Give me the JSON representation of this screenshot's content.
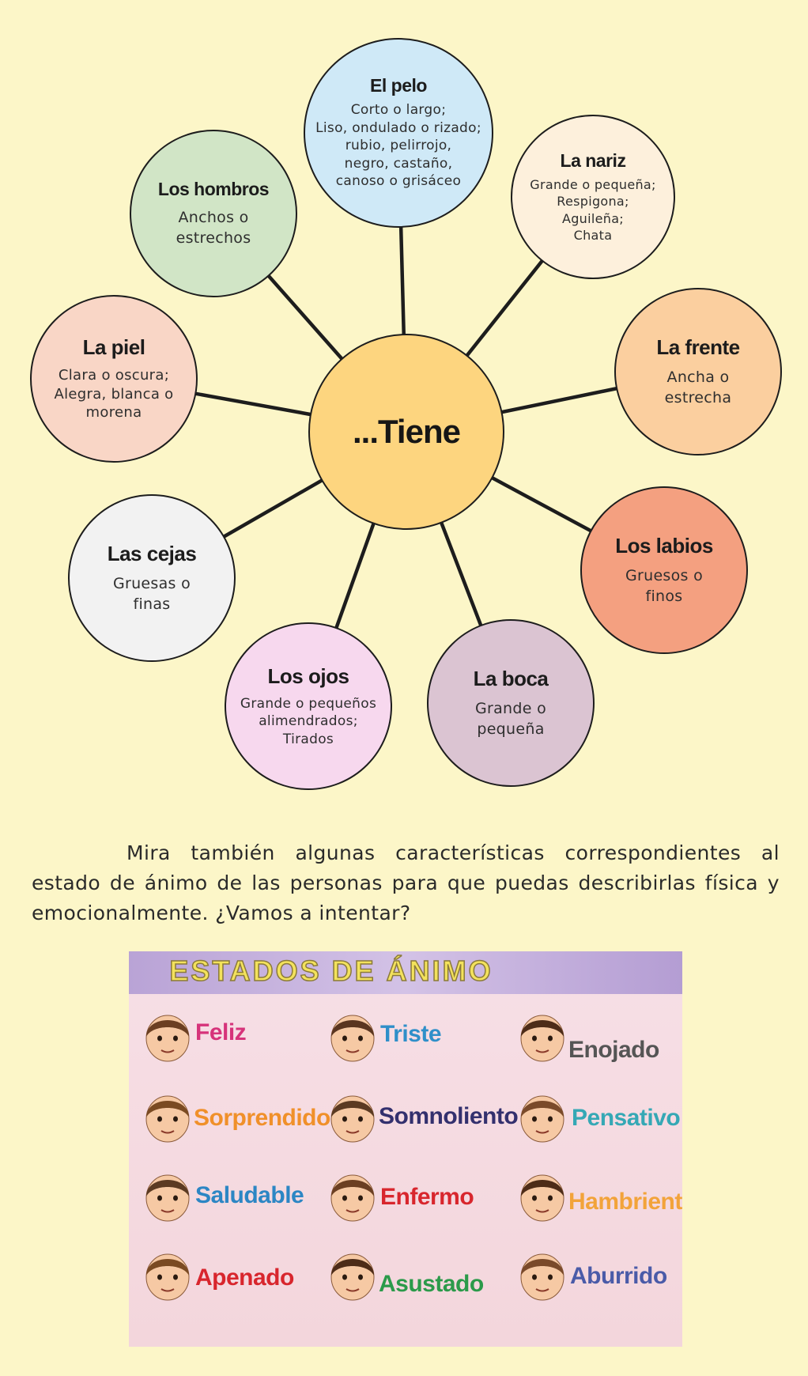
{
  "diagram": {
    "center": "...Tiene",
    "nodes": [
      {
        "key": "pelo",
        "title": "El pelo",
        "desc": "Corto o largo;\nLiso, ondulado o rizado;\nrubio, pelirrojo,\nnegro, castaño,\ncanoso o grisáceo",
        "fill": "#cfe9f7"
      },
      {
        "key": "nariz",
        "title": "La nariz",
        "desc": "Grande o pequeña;\nRespigona;\nAguileña;\nChata",
        "fill": "#fdf0dc"
      },
      {
        "key": "frente",
        "title": "La frente",
        "desc": "Ancha o\nestrecha",
        "fill": "#fbcf9f"
      },
      {
        "key": "labios",
        "title": "Los labios",
        "desc": "Gruesos o\nfinos",
        "fill": "#f4a080"
      },
      {
        "key": "boca",
        "title": "La boca",
        "desc": "Grande o\npequeña",
        "fill": "#dbc4d2"
      },
      {
        "key": "ojos",
        "title": "Los ojos",
        "desc": "Grande o pequeños\nalimendrados;\nTirados",
        "fill": "#f7d8ee"
      },
      {
        "key": "cejas",
        "title": "Las cejas",
        "desc": "Gruesas o\nfinas",
        "fill": "#f2f2f2"
      },
      {
        "key": "piel",
        "title": "La piel",
        "desc": "Clara o oscura;\nAlegra, blanca o\nmorena",
        "fill": "#f9d6c6"
      },
      {
        "key": "hombros",
        "title": "Los hombros",
        "desc": "Anchos o\nestrechos",
        "fill": "#d1e5c6"
      }
    ],
    "center_fill": "#fdd57f"
  },
  "paragraph": {
    "line1": "Mira también algunas características correspondientes al",
    "line2": "estado de ánimo de las personas para que puedas describirlas física y",
    "line3": "emocionalmente. ¿Vamos a intentar?"
  },
  "moods": {
    "title": "ESTADOS DE ÁNIMO",
    "items": [
      {
        "label": "Feliz",
        "color": "#d6337a",
        "hair": "#6b3f22"
      },
      {
        "label": "Triste",
        "color": "#2f8fc9",
        "hair": "#5a3520"
      },
      {
        "label": "Enojado",
        "color": "#555555",
        "hair": "#4d2c18"
      },
      {
        "label": "Sorprendido",
        "color": "#f0902a",
        "hair": "#7a4a22"
      },
      {
        "label": "Somnoliento",
        "color": "#33306e",
        "hair": "#5b3a22"
      },
      {
        "label": "Pensativo",
        "color": "#35a8b5",
        "hair": "#7a4a2a"
      },
      {
        "label": "Saludable",
        "color": "#2c86c4",
        "hair": "#5b3a22"
      },
      {
        "label": "Enfermo",
        "color": "#d8262d",
        "hair": "#6b3f22"
      },
      {
        "label": "Hambrienta",
        "color": "#f2a33a",
        "hair": "#4d2c18"
      },
      {
        "label": "Apenado",
        "color": "#d8262d",
        "hair": "#7a4a22"
      },
      {
        "label": "Asustado",
        "color": "#2b9a4a",
        "hair": "#4d2c18"
      },
      {
        "label": "Aburrido",
        "color": "#4a5ba8",
        "hair": "#7a4a2a"
      }
    ]
  }
}
